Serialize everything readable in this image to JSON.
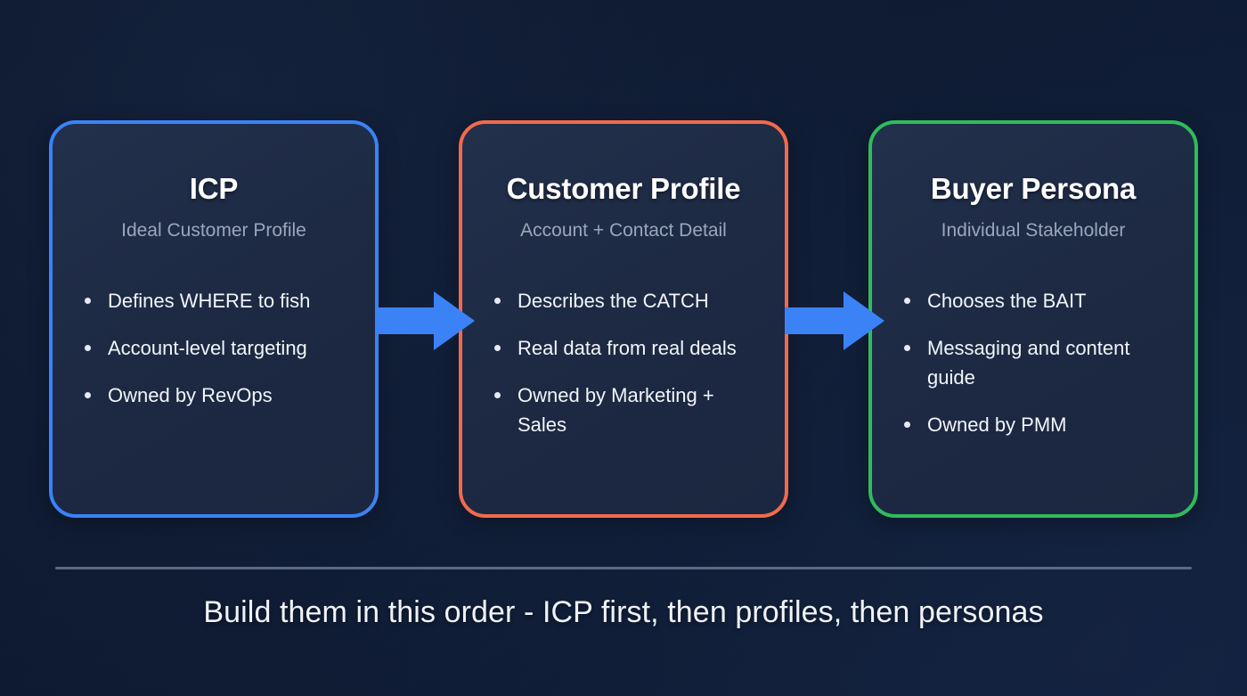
{
  "background": {
    "color_top_left": "#0c1628",
    "color_bottom_right": "#111f3a"
  },
  "cards": [
    {
      "id": "icp",
      "title": "ICP",
      "subtitle": "Ideal Customer Profile",
      "accent_color": "#3b82f6",
      "bullets": [
        "Defines WHERE to fish",
        "Account-level targeting",
        "Owned by RevOps"
      ]
    },
    {
      "id": "customer-profile",
      "title": "Customer Profile",
      "subtitle": "Account + Contact Detail",
      "accent_color": "#f26a4b",
      "bullets": [
        "Describes the CATCH",
        "Real data from real deals",
        "Owned by Marketing + Sales"
      ]
    },
    {
      "id": "buyer-persona",
      "title": "Buyer Persona",
      "subtitle": "Individual Stakeholder",
      "accent_color": "#2fbc5c",
      "bullets": [
        "Chooses the BAIT",
        "Messaging and content guide",
        "Owned by PMM"
      ]
    }
  ],
  "arrows": [
    {
      "id": "arrow-icp-to-profile",
      "direction": "right",
      "color": "#3b82f6"
    },
    {
      "id": "arrow-profile-to-persona",
      "direction": "right",
      "color": "#3b82f6"
    }
  ],
  "footer": {
    "note": "Build them in this order - ICP first, then profiles, then personas",
    "divider_color": "#5b6a84"
  }
}
